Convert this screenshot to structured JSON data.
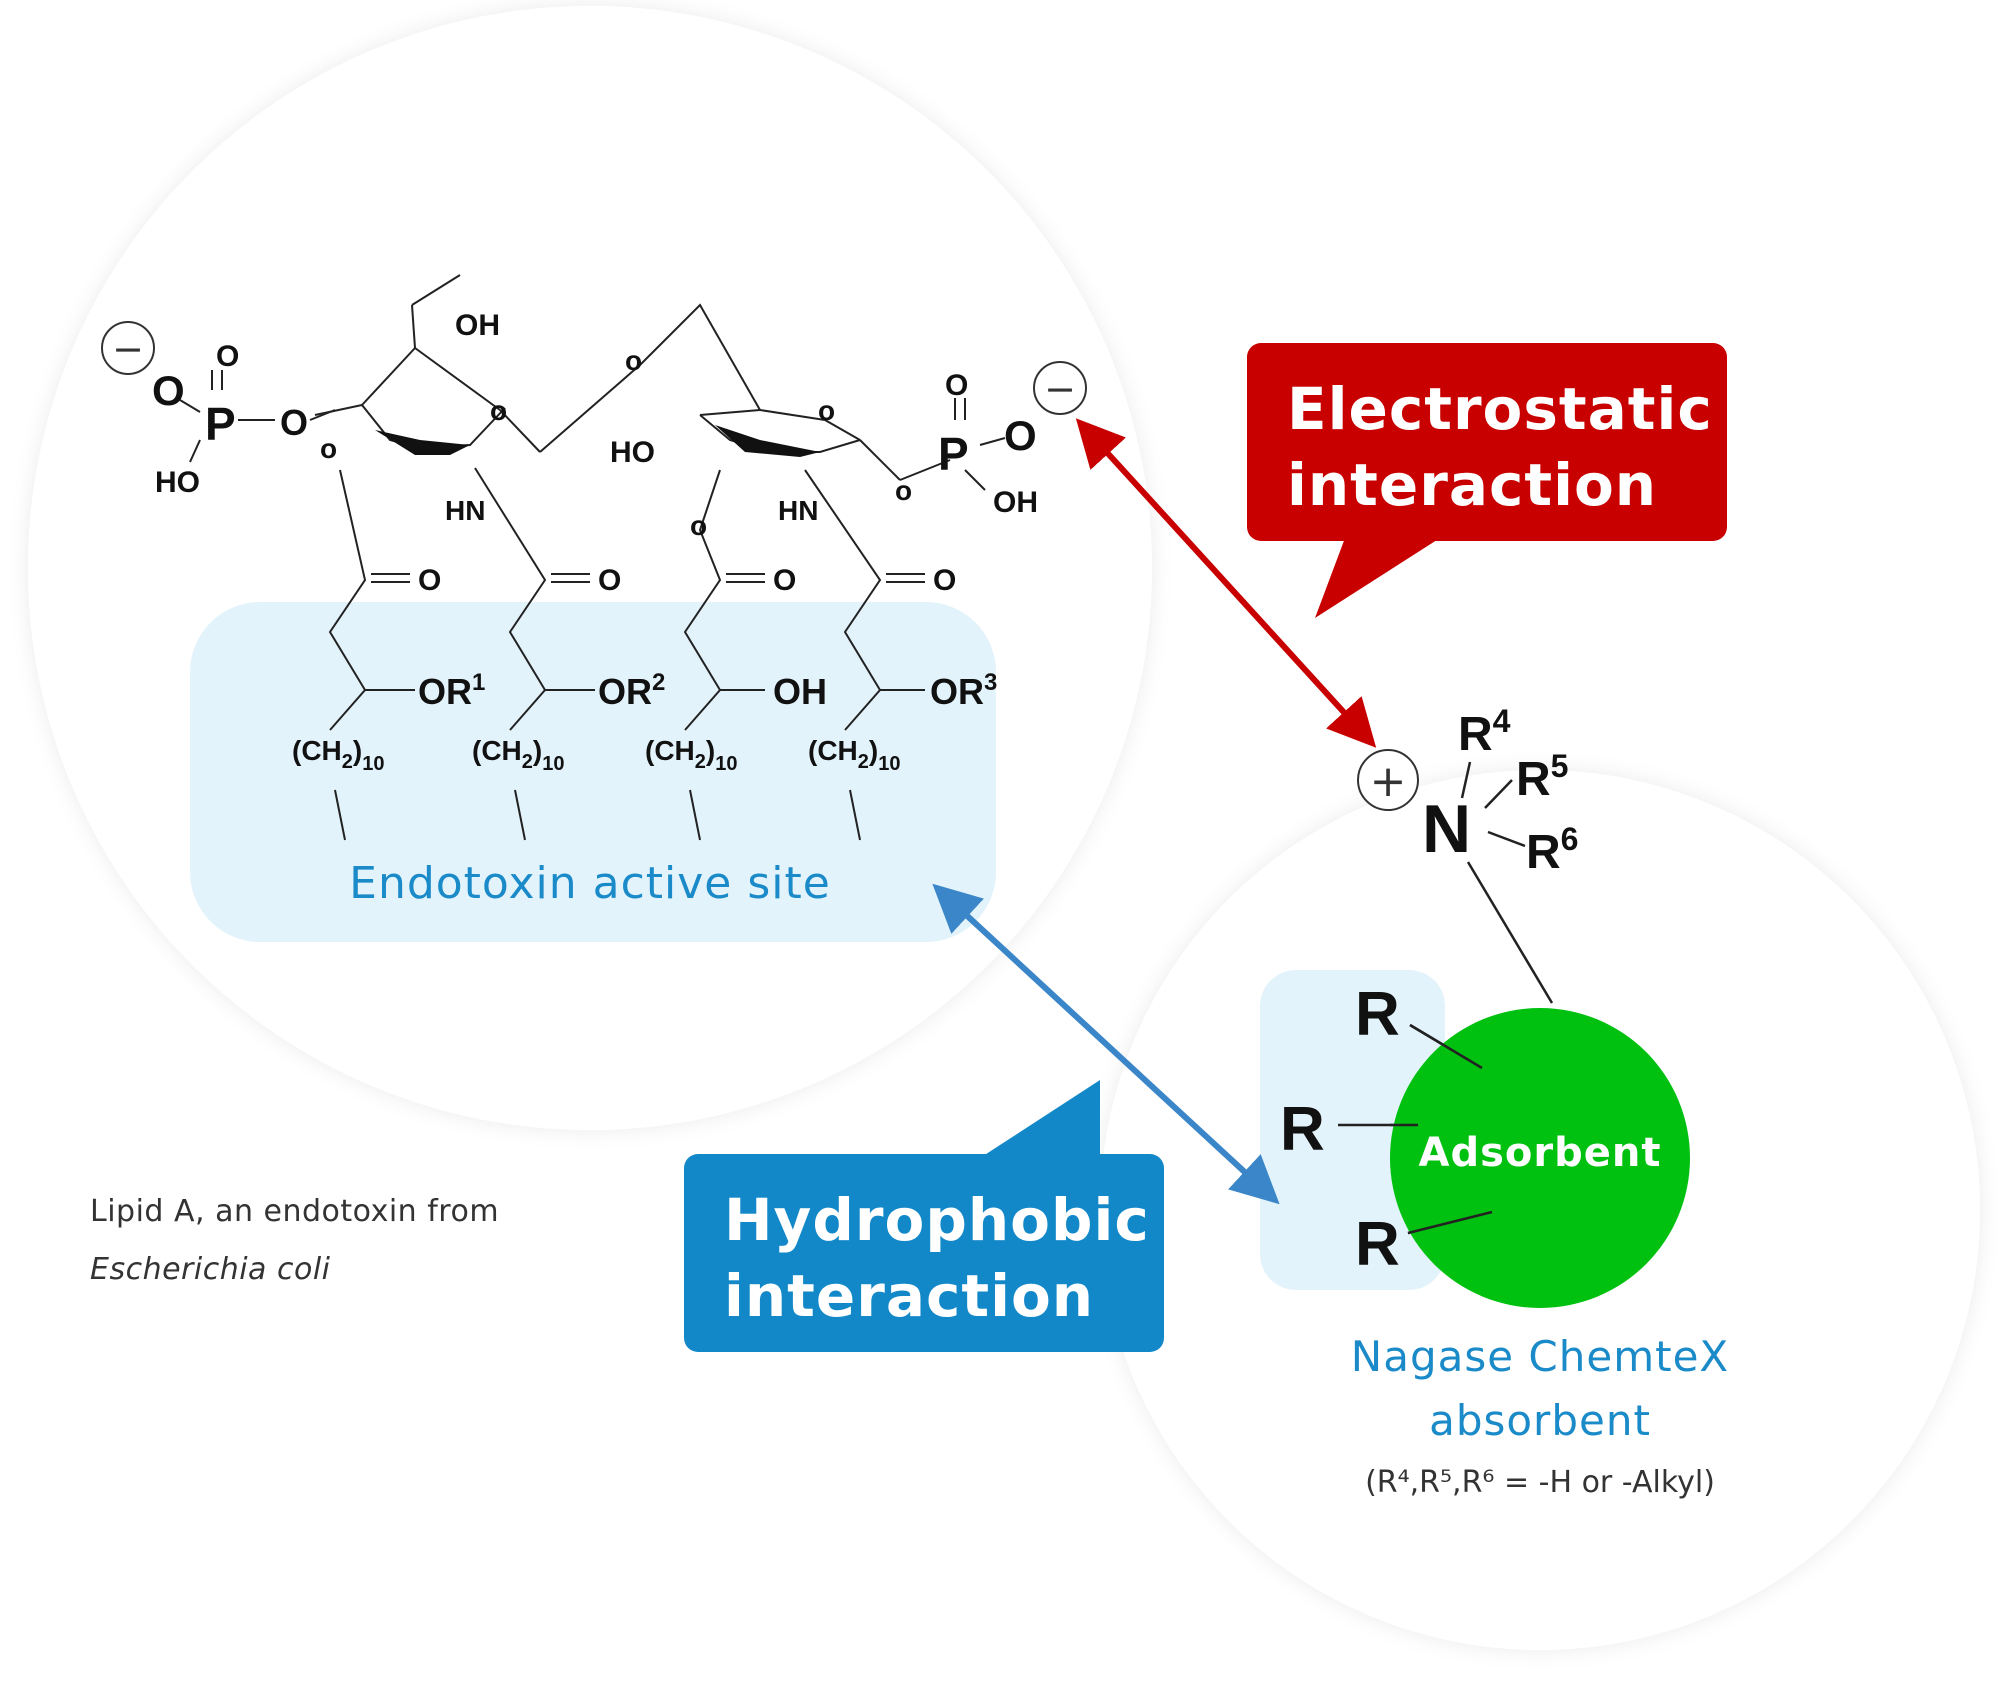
{
  "colors": {
    "electrostatic": "#c80000",
    "hydrophobic": "#1388c8",
    "active_site_fill": "#e3f3fb",
    "adsorbent": "#00c010",
    "label_blue": "#1a8ac8"
  },
  "caption": {
    "line1": "Lipid A, an endotoxin from",
    "line2": "Escherichia coli"
  },
  "callouts": {
    "electrostatic": {
      "line1": "Electrostatic",
      "line2": "interaction"
    },
    "hydrophobic": {
      "line1": "Hydrophobic",
      "line2": "interaction"
    }
  },
  "active_site_label": "Endotoxin active site",
  "adsorbent_label": "Adsorbent",
  "nagase": {
    "line1": "Nagase ChemteX",
    "line2": "absorbent"
  },
  "r_definition": "(R⁴,R⁵,R⁶ = -H or -Alkyl)",
  "molecule": {
    "charges": {
      "minus": "−",
      "plus": "+"
    },
    "atoms": {
      "O": "O",
      "P": "P",
      "HO": "HO",
      "OH": "OH",
      "HN": "HN",
      "o": "o",
      "OR": "OR",
      "CH2": "(CH",
      "CH2_sub": "2",
      "CH2_close": ")",
      "CH2_count": "10",
      "N": "N",
      "R": "R"
    },
    "superscripts": {
      "r1": "1",
      "r2": "2",
      "r3": "3",
      "r4": "4",
      "r5": "5",
      "r6": "6"
    }
  }
}
